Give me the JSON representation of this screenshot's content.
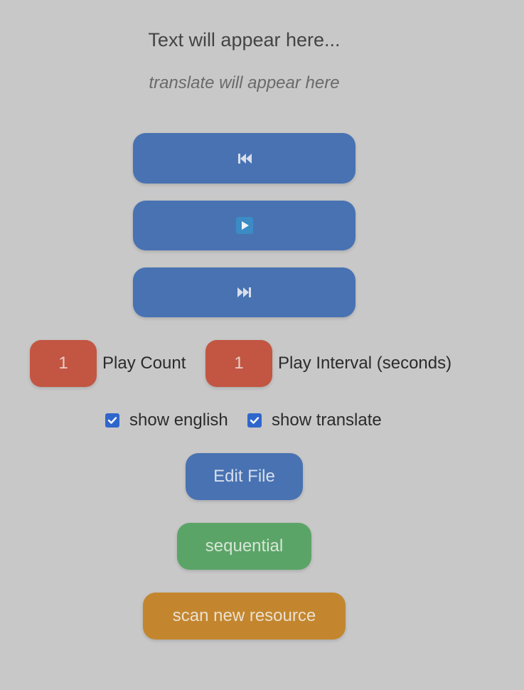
{
  "display": {
    "text": "Text will appear here...",
    "translate": "translate will appear here"
  },
  "controls": {
    "previous_icon": "skip-previous-icon",
    "play_icon": "play-icon",
    "next_icon": "skip-next-icon"
  },
  "settings": {
    "play_count_value": "1",
    "play_count_label": "Play Count",
    "play_interval_value": "1",
    "play_interval_label": "Play Interval (seconds)",
    "show_english_label": "show english",
    "show_english_checked": true,
    "show_translate_label": "show translate",
    "show_translate_checked": true
  },
  "actions": {
    "edit_file_label": "Edit File",
    "sequential_label": "sequential",
    "scan_label": "scan new resource"
  },
  "colors": {
    "background": "#c8c8c8",
    "primary_blue": "#4872b2",
    "number_red": "#c25642",
    "sequential_green": "#5ba467",
    "scan_orange": "#c3862e",
    "checkbox_blue": "#2f66cc"
  }
}
